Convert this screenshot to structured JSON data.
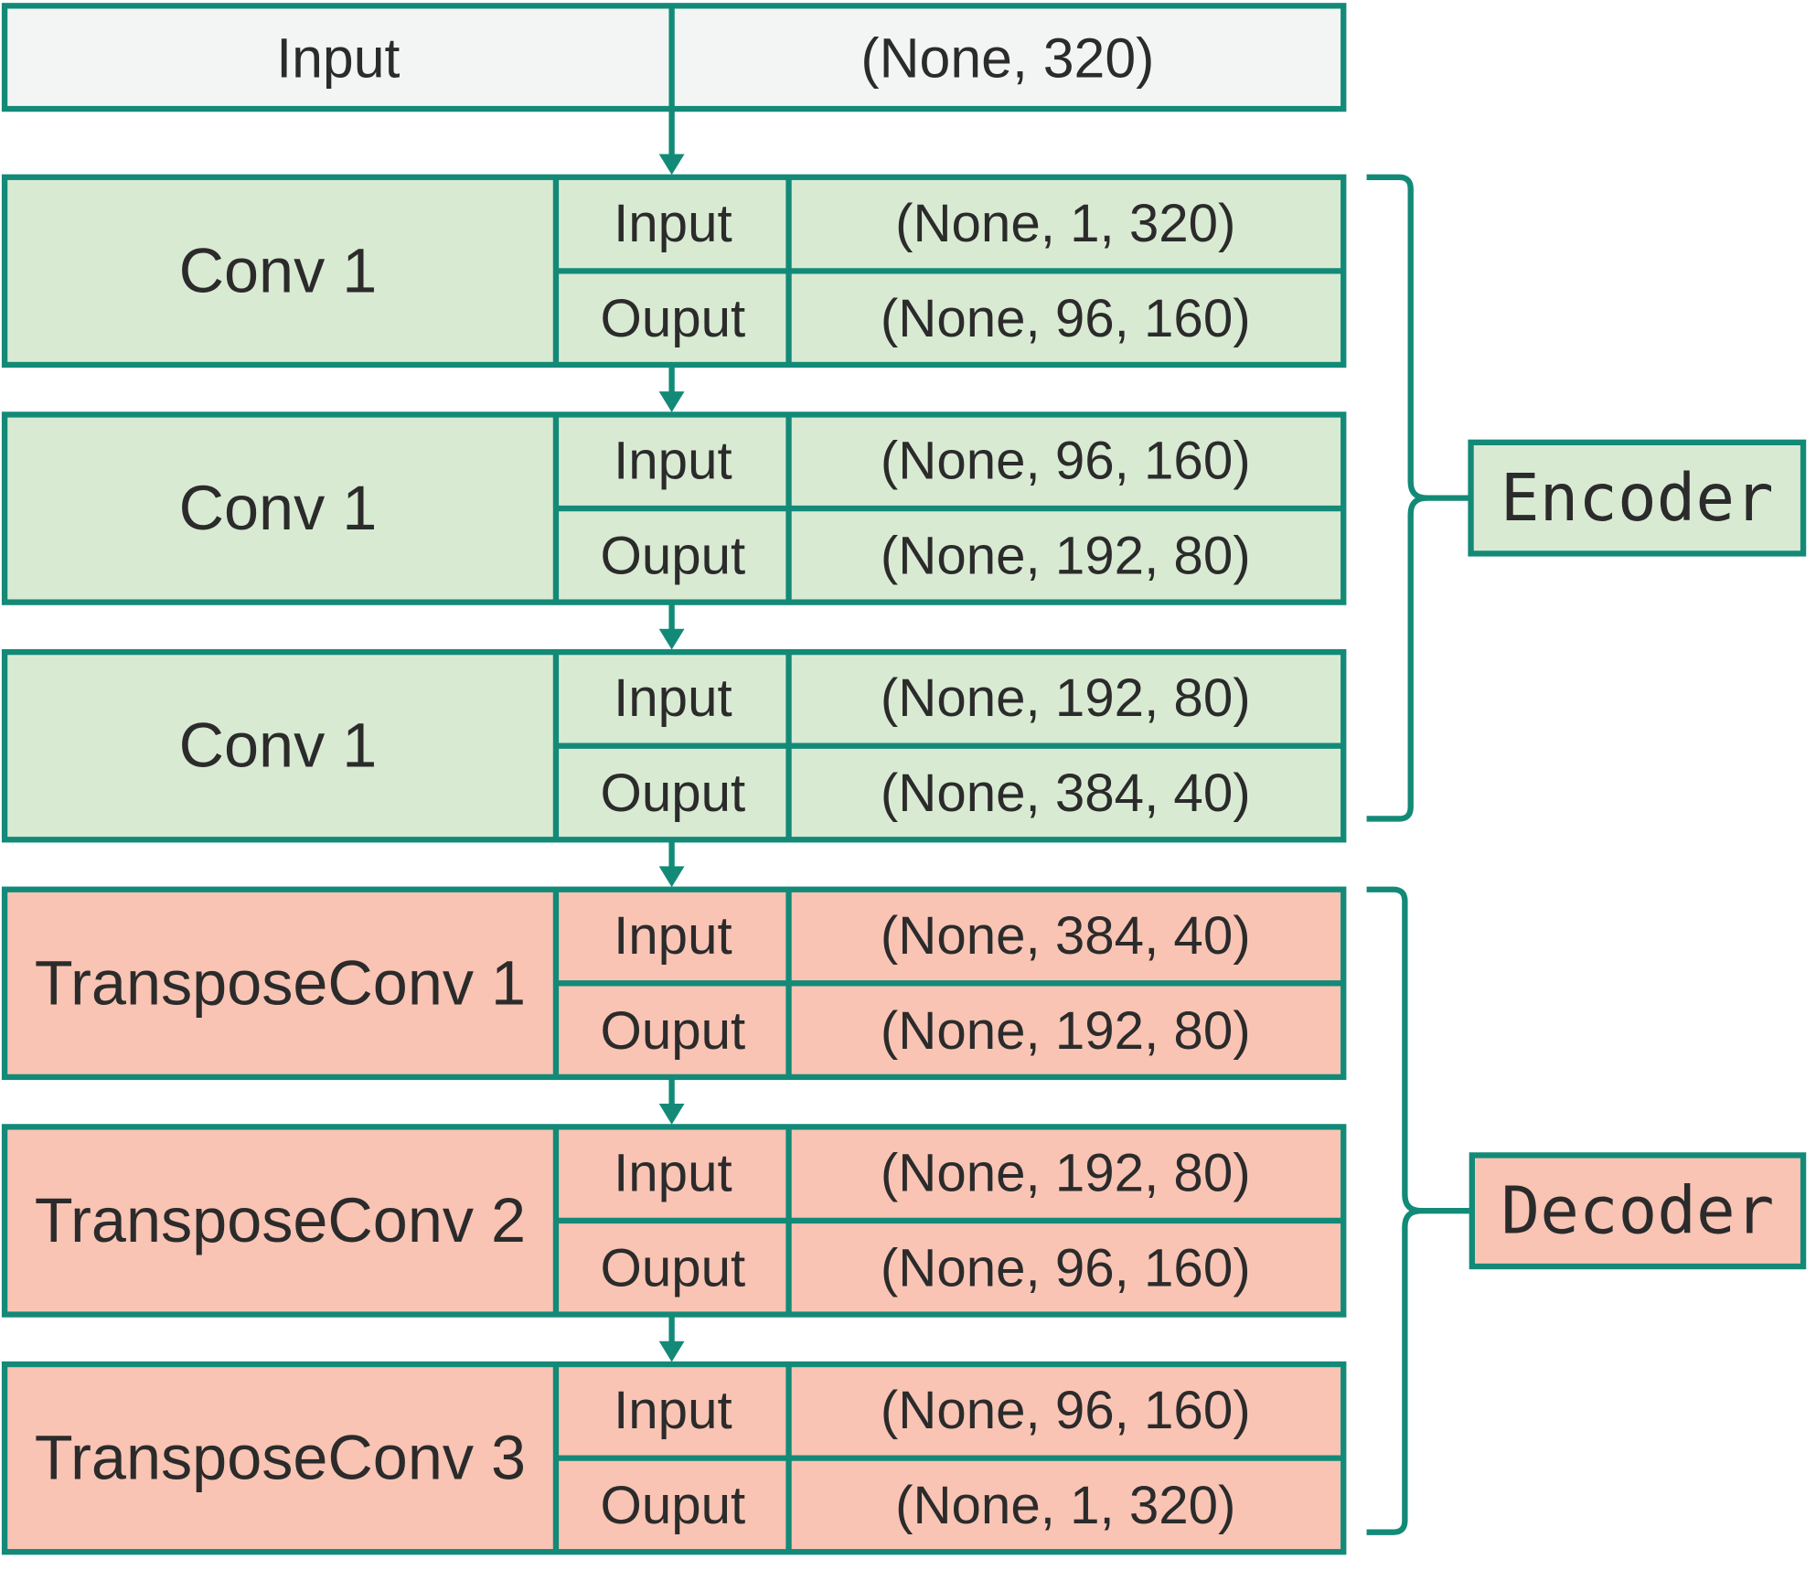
{
  "input": {
    "label": "Input",
    "shape": "(None, 320)"
  },
  "layers": [
    {
      "name": "Conv 1",
      "group": "encoder",
      "input_label": "Input",
      "input_shape": "(None, 1, 320)",
      "output_label": "Ouput",
      "output_shape": "(None, 96, 160)"
    },
    {
      "name": "Conv 1",
      "group": "encoder",
      "input_label": "Input",
      "input_shape": "(None, 96, 160)",
      "output_label": "Ouput",
      "output_shape": "(None, 192, 80)"
    },
    {
      "name": "Conv 1",
      "group": "encoder",
      "input_label": "Input",
      "input_shape": "(None, 192, 80)",
      "output_label": "Ouput",
      "output_shape": "(None, 384, 40)"
    },
    {
      "name": "TransposeConv 1",
      "group": "decoder",
      "input_label": "Input",
      "input_shape": "(None, 384, 40)",
      "output_label": "Ouput",
      "output_shape": "(None, 192, 80)"
    },
    {
      "name": "TransposeConv 2",
      "group": "decoder",
      "input_label": "Input",
      "input_shape": "(None, 192, 80)",
      "output_label": "Ouput",
      "output_shape": "(None, 96, 160)"
    },
    {
      "name": "TransposeConv 3",
      "group": "decoder",
      "input_label": "Input",
      "input_shape": "(None, 96, 160)",
      "output_label": "Ouput",
      "output_shape": "(None, 1, 320)"
    }
  ],
  "groups": {
    "encoder": "Encoder",
    "decoder": "Decoder"
  },
  "colors": {
    "border": "#138a78",
    "input_fill": "#f3f5f4",
    "encoder_fill": "#d9ead3",
    "decoder_fill": "#f9c4b4",
    "text": "#2b2b2b"
  }
}
